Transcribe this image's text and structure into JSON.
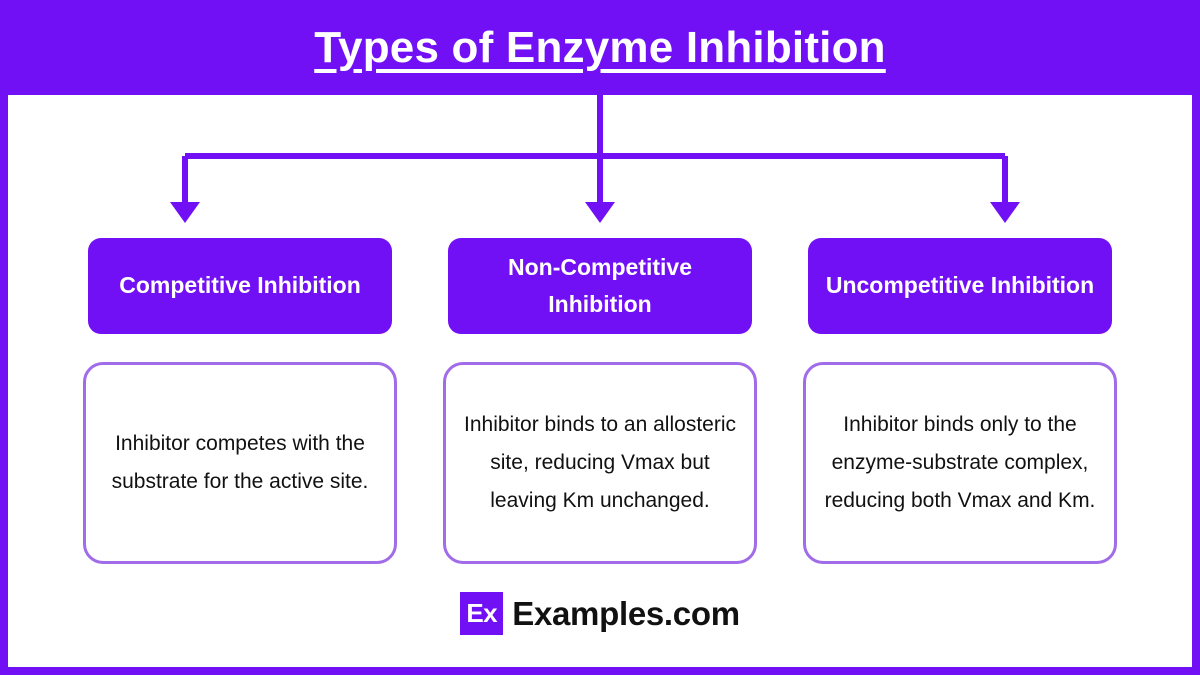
{
  "header": {
    "title": "Types of Enzyme Inhibition"
  },
  "colors": {
    "primary_purple": "#7210f5",
    "border_purple": "#a16ce8",
    "text_dark": "#111111",
    "white": "#ffffff"
  },
  "diagram": {
    "type": "hierarchy-tree",
    "root_label": "Types of Enzyme Inhibition",
    "branches": [
      {
        "title": "Competitive Inhibition",
        "description": "Inhibitor competes with the substrate for the active site."
      },
      {
        "title": "Non-Competitive Inhibition",
        "description": "Inhibitor binds to an allosteric site, reducing Vmax but leaving Km unchanged."
      },
      {
        "title": "Uncompetitive Inhibition",
        "description": "Inhibitor binds only to the enzyme-substrate complex, reducing both Vmax and Km."
      }
    ]
  },
  "footer": {
    "logo_mark": "Ex",
    "logo_text": "Examples.com"
  }
}
